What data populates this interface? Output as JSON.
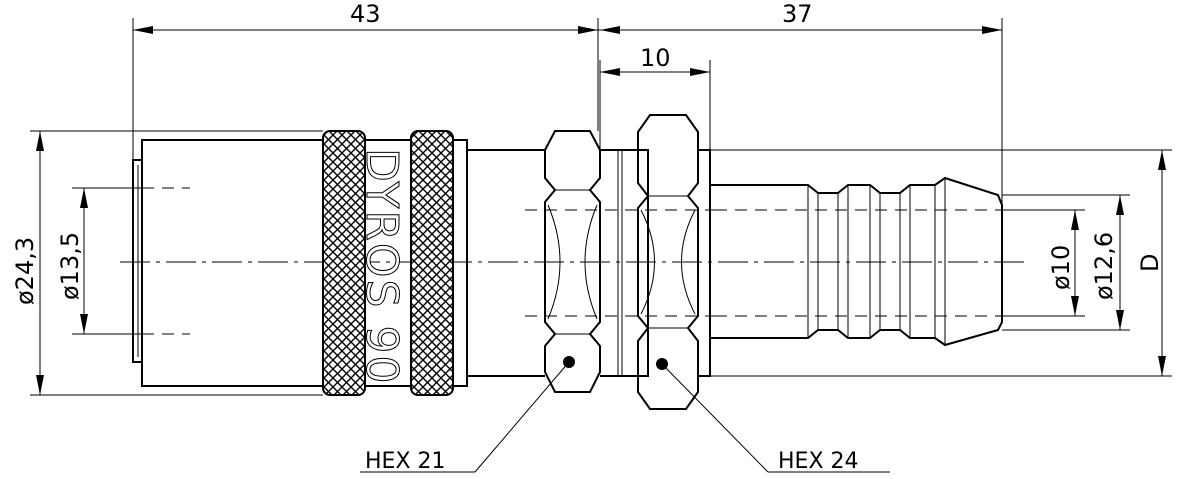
{
  "dimensions": {
    "length_left": "43",
    "length_right": "37",
    "length_10": "10",
    "dia_outer": "ø24,3",
    "dia_inner_left": "ø13,5",
    "dia_10": "ø10",
    "dia_12_6": "ø12,6",
    "dia_d": "D"
  },
  "labels": {
    "brand": "DYROS 90",
    "hex_21": "HEX 21",
    "hex_24": "HEX 24"
  }
}
